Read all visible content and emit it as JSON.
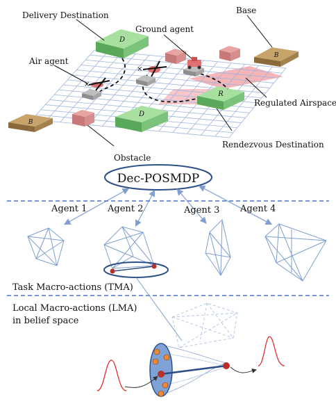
{
  "scene": {
    "labels": {
      "delivery_destination": "Delivery Destination",
      "base_top": "Base",
      "ground_agent": "Ground agent",
      "air_agent": "Air agent",
      "regulated_airspace": "Regulated Airspace",
      "rendezvous_destination": "Rendezvous Destination",
      "obstacle": "Obstacle"
    },
    "blocks": {
      "delivery_top": "D",
      "delivery_bottom": "D",
      "rendezvous": "R",
      "base_right": "B",
      "base_left": "B"
    }
  },
  "planner": {
    "title": "Dec-POSMDP"
  },
  "agents": [
    {
      "label": "Agent 1"
    },
    {
      "label": "Agent 2"
    },
    {
      "label": "Agent 3"
    },
    {
      "label": "Agent 4"
    }
  ],
  "tma_label": "Task Macro-actions (TMA)",
  "lma_label_line1": "Local Macro-actions (LMA)",
  "lma_label_line2": "in belief space",
  "colors": {
    "grid": "#9eb4dc",
    "green_top": "#a8e0a0",
    "green_side": "#5aa85a",
    "base_top": "#c9a46a",
    "base_side": "#8a6a3a",
    "obstacle_top": "#e8a3a3",
    "obstacle_side": "#c77878",
    "airspace": "#f2a8ad",
    "graph_blue": "#7f9fd0",
    "dashed_blue": "#4a72c4",
    "ellipse_border": "#2b4f86",
    "node_red": "#b8302a",
    "belief_fill": "#7fa2d6",
    "belief_point": "#f08a3a",
    "dist_red": "#e02020"
  }
}
